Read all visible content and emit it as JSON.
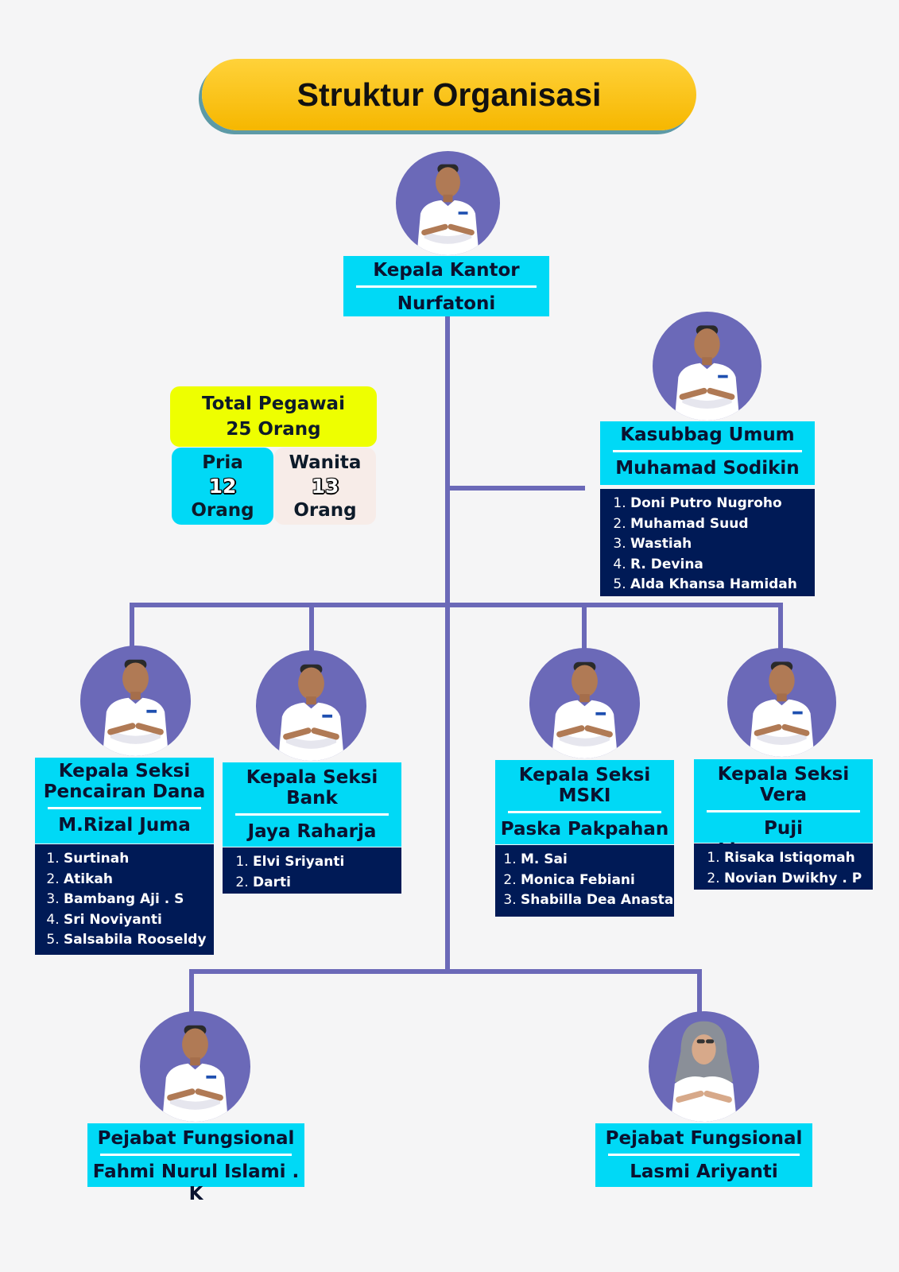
{
  "title": "Struktur Organisasi",
  "head": {
    "role": "Kepala Kantor",
    "name": "Nurfatoni"
  },
  "stats": {
    "total_label": "Total Pegawai",
    "total_value": "25 Orang",
    "male_label": "Pria",
    "male_count": "12",
    "male_unit": "Orang",
    "female_label": "Wanita",
    "female_count": "13",
    "female_unit": "Orang"
  },
  "kasubbag": {
    "role": "Kasubbag Umum",
    "name": "Muhamad Sodikin",
    "members": [
      "Doni Putro Nugroho",
      "Muhamad Suud",
      "Wastiah",
      "R. Devina",
      "Alda Khansa Hamidah"
    ]
  },
  "sections": [
    {
      "role_line1": "Kepala Seksi",
      "role_line2": "Pencairan Dana",
      "name": "M.Rizal Juma",
      "members": [
        "Surtinah",
        "Atikah",
        "Bambang Aji . S",
        "Sri Noviyanti",
        "Salsabila Rooseldy"
      ]
    },
    {
      "role_line1": "Kepala Seksi",
      "role_line2": "Bank",
      "name": "Jaya Raharja",
      "members": [
        "Elvi Sriyanti",
        "Darti"
      ]
    },
    {
      "role_line1": "Kepala Seksi",
      "role_line2": "MSKI",
      "name": "Paska Pakpahan",
      "members": [
        "M. Sai",
        "Monica Febiani",
        "Shabilla Dea Anasta"
      ]
    },
    {
      "role_line1": "Kepala Seksi",
      "role_line2": "Vera",
      "name": "Puji Linggaswara",
      "members": [
        "Risaka Istiqomah",
        "Novian Dwikhy . P"
      ]
    }
  ],
  "functional": [
    {
      "role": "Pejabat Fungsional",
      "name": "Fahmi Nurul Islami . K"
    },
    {
      "role": "Pejabat Fungsional",
      "name": "Lasmi Ariyanti"
    }
  ],
  "colors": {
    "title_gold": "#f6b700",
    "card_cyan": "#00d9f6",
    "list_navy": "#001a56",
    "connector": "#6b69b8",
    "total_yellow": "#eeff00",
    "female_bg": "#f7ece8"
  }
}
